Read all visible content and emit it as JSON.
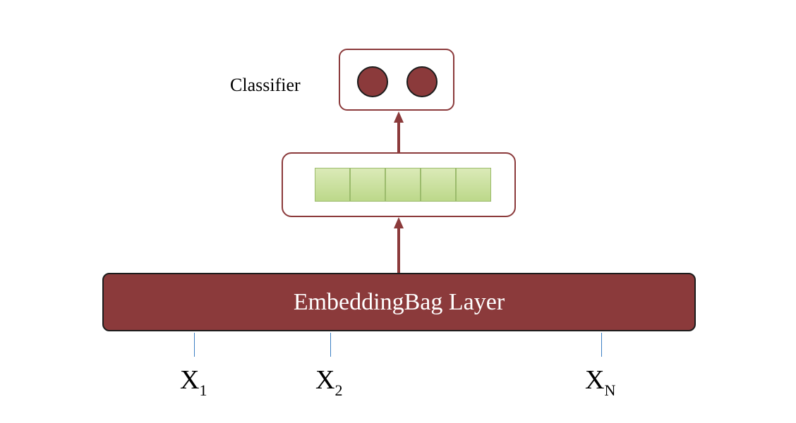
{
  "classifier": {
    "label": "Classifier",
    "neurons": 2
  },
  "hidden_vector": {
    "cells": 5,
    "fill_color": "#c8e09c"
  },
  "embedding_layer": {
    "label": "EmbeddingBag Layer",
    "color": "#8b3a3b"
  },
  "inputs": [
    {
      "base": "X",
      "sub": "1"
    },
    {
      "base": "X",
      "sub": "2"
    },
    {
      "base": "X",
      "sub": "N"
    }
  ],
  "colors": {
    "accent": "#8b3a3b",
    "input_line": "#3b7fc4"
  }
}
